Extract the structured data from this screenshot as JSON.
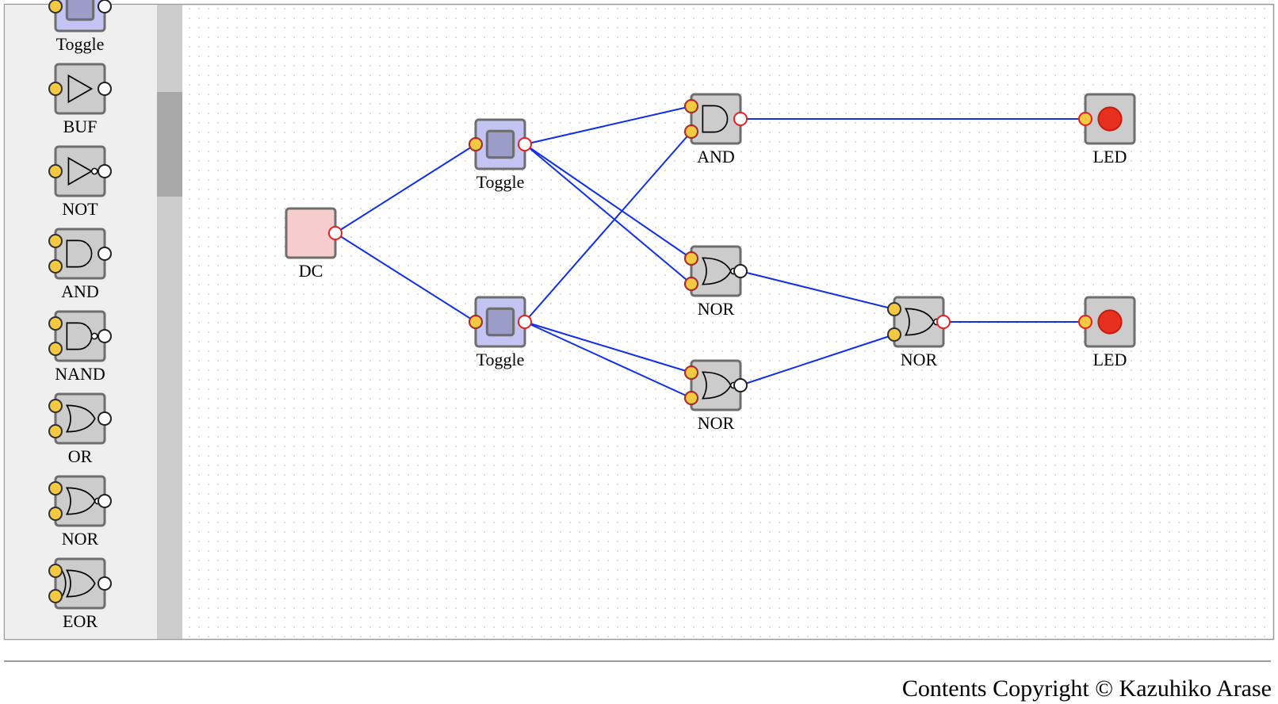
{
  "palette": {
    "items": [
      {
        "type": "toggle",
        "label": "Toggle"
      },
      {
        "type": "buf",
        "label": "BUF"
      },
      {
        "type": "not",
        "label": "NOT"
      },
      {
        "type": "and",
        "label": "AND"
      },
      {
        "type": "nand",
        "label": "NAND"
      },
      {
        "type": "or",
        "label": "OR"
      },
      {
        "type": "nor",
        "label": "NOR"
      },
      {
        "type": "eor",
        "label": "EOR"
      }
    ]
  },
  "circuit": {
    "devices": [
      {
        "id": "dc1",
        "type": "dc",
        "label": "DC"
      },
      {
        "id": "t1",
        "type": "toggle",
        "label": "Toggle"
      },
      {
        "id": "t2",
        "type": "toggle",
        "label": "Toggle"
      },
      {
        "id": "and1",
        "type": "and",
        "label": "AND"
      },
      {
        "id": "nor1",
        "type": "nor",
        "label": "NOR"
      },
      {
        "id": "nor2",
        "type": "nor",
        "label": "NOR"
      },
      {
        "id": "nor3",
        "type": "nor",
        "label": "NOR"
      },
      {
        "id": "led1",
        "type": "led",
        "label": "LED"
      },
      {
        "id": "led2",
        "type": "led",
        "label": "LED"
      }
    ],
    "wires": [
      {
        "from": "dc1.out",
        "to": "t1.in"
      },
      {
        "from": "dc1.out",
        "to": "t2.in"
      },
      {
        "from": "t1.out",
        "to": "and1.in0"
      },
      {
        "from": "t1.out",
        "to": "nor1.in0"
      },
      {
        "from": "t1.out",
        "to": "nor1.in1"
      },
      {
        "from": "t2.out",
        "to": "and1.in1"
      },
      {
        "from": "t2.out",
        "to": "nor2.in0"
      },
      {
        "from": "t2.out",
        "to": "nor2.in1"
      },
      {
        "from": "and1.out",
        "to": "led1.in"
      },
      {
        "from": "nor1.out",
        "to": "nor3.in0"
      },
      {
        "from": "nor2.out",
        "to": "nor3.in1"
      },
      {
        "from": "nor3.out",
        "to": "led2.in"
      }
    ]
  },
  "colors": {
    "wire": "#1030e8",
    "body": "#cccccc",
    "toggle_body": "#c4c4f4",
    "dc_body": "#f6cccc",
    "led_on": "#e83020",
    "pin_in": "#f4c840",
    "hot_pin": "#e82020"
  },
  "footer": {
    "copyright": "Contents Copyright © Kazuhiko Arase"
  }
}
